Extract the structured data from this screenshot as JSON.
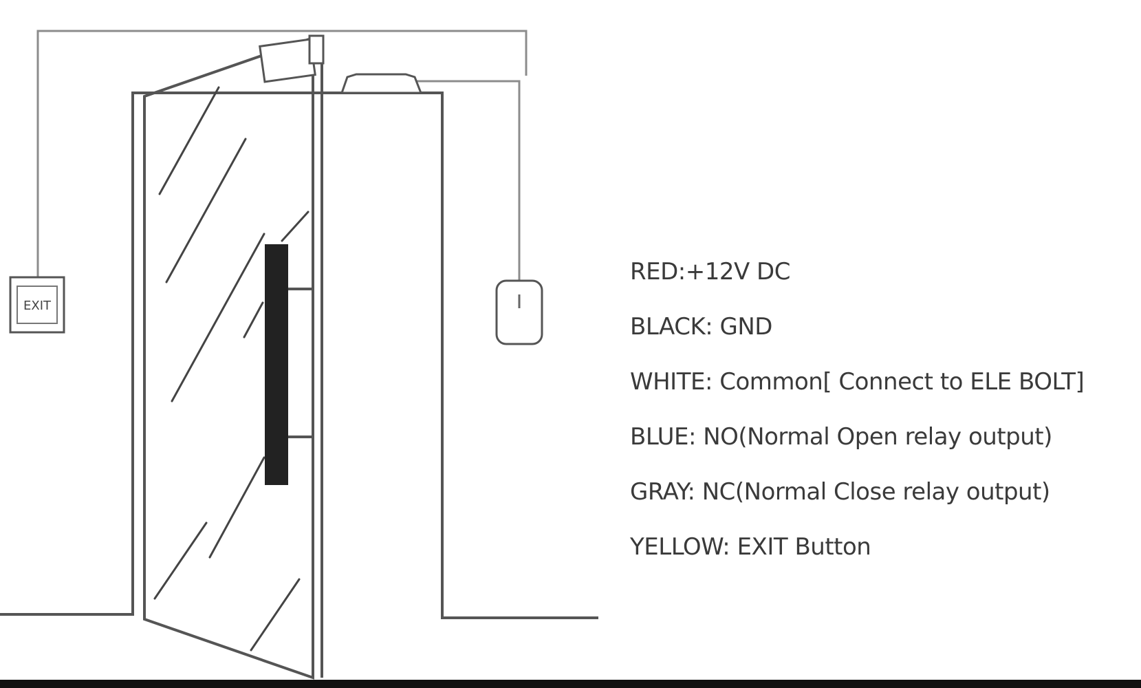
{
  "exit_button": {
    "label": "EXIT"
  },
  "legend": [
    {
      "text": "RED:+12V DC"
    },
    {
      "text": "BLACK: GND"
    },
    {
      "text": "WHITE: Common[ Connect to ELE BOLT]"
    },
    {
      "text": "BLUE: NO(Normal Open relay output)"
    },
    {
      "text": "GRAY: NC(Normal Close relay output)"
    },
    {
      "text": "YELLOW: EXIT Button"
    }
  ],
  "colors": {
    "wire": "#8c8c8c",
    "frame": "#555555",
    "magnet": "#222222",
    "text": "#3a3a3a",
    "floor": "#111111"
  }
}
